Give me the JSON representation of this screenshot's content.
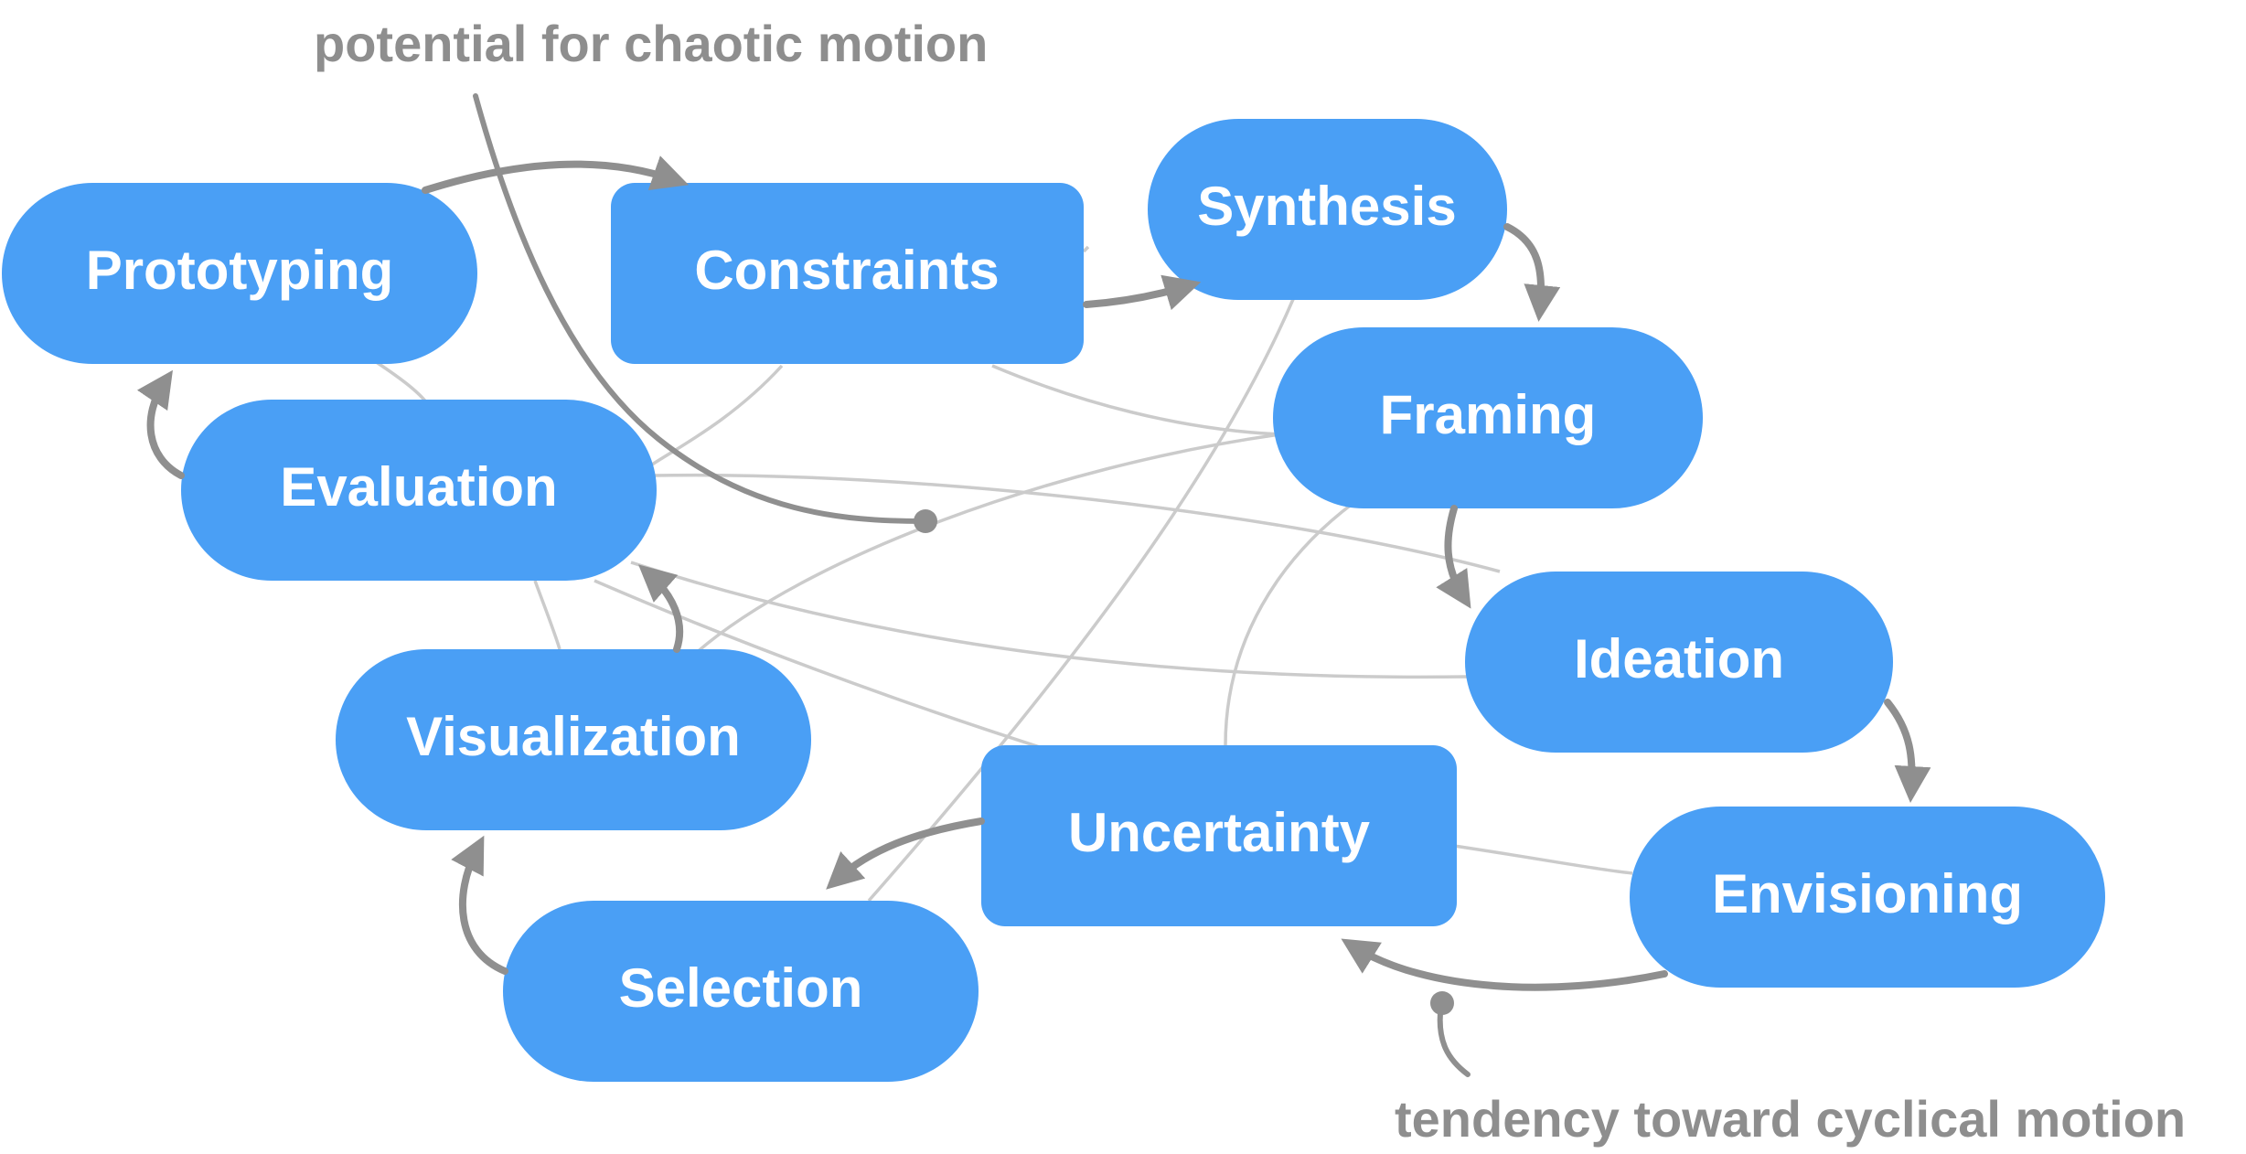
{
  "colors": {
    "node_fill": "#4a9ff5",
    "node_text": "#ffffff",
    "arrow": "#8f8f8f",
    "thin_link": "#cbcbcb",
    "annotation_text": "#8e8e8e",
    "background": "#ffffff"
  },
  "nodes": {
    "prototyping": "Prototyping",
    "constraints": "Constraints",
    "synthesis": "Synthesis",
    "framing": "Framing",
    "evaluation": "Evaluation",
    "ideation": "Ideation",
    "visualization": "Visualization",
    "uncertainty": "Uncertainty",
    "envisioning": "Envisioning",
    "selection": "Selection"
  },
  "annotations": {
    "chaotic": "potential for chaotic motion",
    "cyclical": "tendency toward cyclical motion"
  }
}
